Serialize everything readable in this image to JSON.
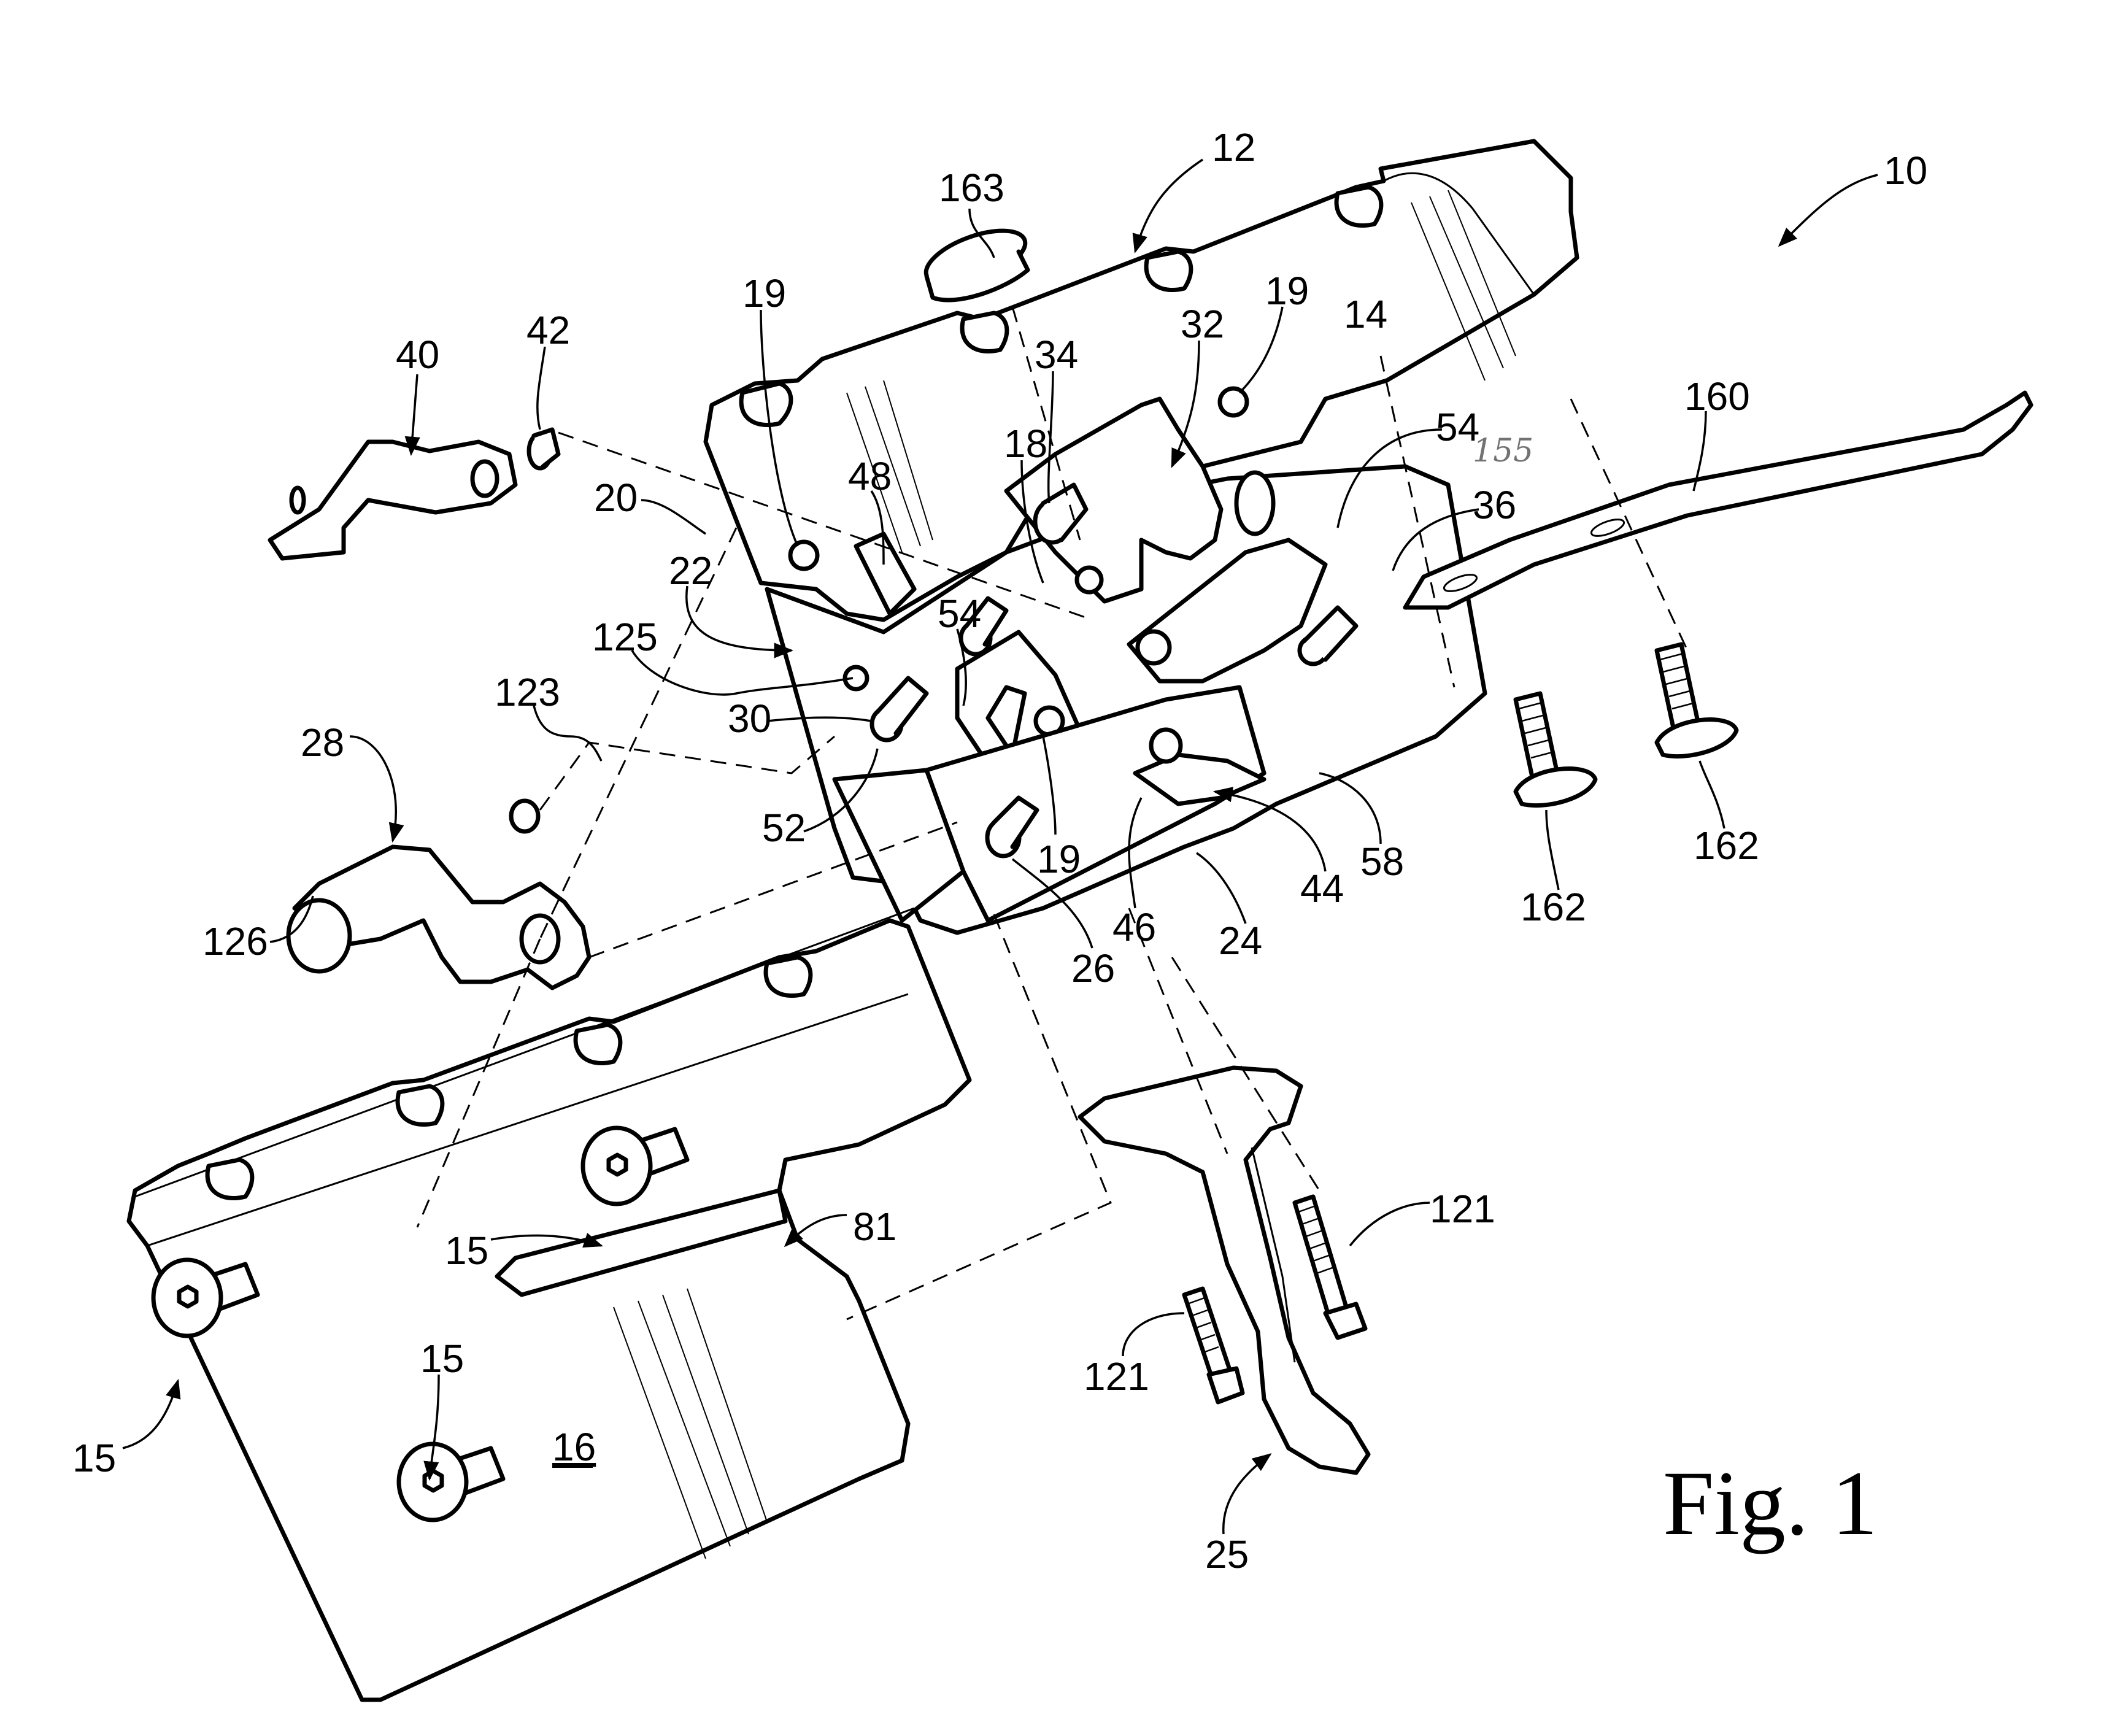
{
  "figure": {
    "caption": "Fig. 1",
    "handwritten_note": "155",
    "ink_color": "#000000",
    "background_color": "#ffffff"
  },
  "reference_numerals": {
    "assembly": "10",
    "housing_assembly": "12",
    "right_housing": "14",
    "screws_15": "15",
    "left_housing": "16",
    "cavity_18": "18",
    "pins_19": "19",
    "block_20": "20",
    "sear_22": "22",
    "part_24": "24",
    "trigger": "25",
    "pin_26": "26",
    "part_28": "28",
    "pin_30": "30",
    "part_32": "32",
    "pin_34": "34",
    "part_36": "36",
    "part_40": "40",
    "pin_42": "42",
    "part_44": "44",
    "slot_46": "46",
    "stop_48": "48",
    "edge_52": "52",
    "pins_54": "54",
    "notch_58": "58",
    "recess_81": "81",
    "screws_121": "121",
    "ball_123": "123",
    "hole_125": "125",
    "stud_126": "126",
    "spring_160": "160",
    "screws_162": "162",
    "plug_163": "163"
  }
}
